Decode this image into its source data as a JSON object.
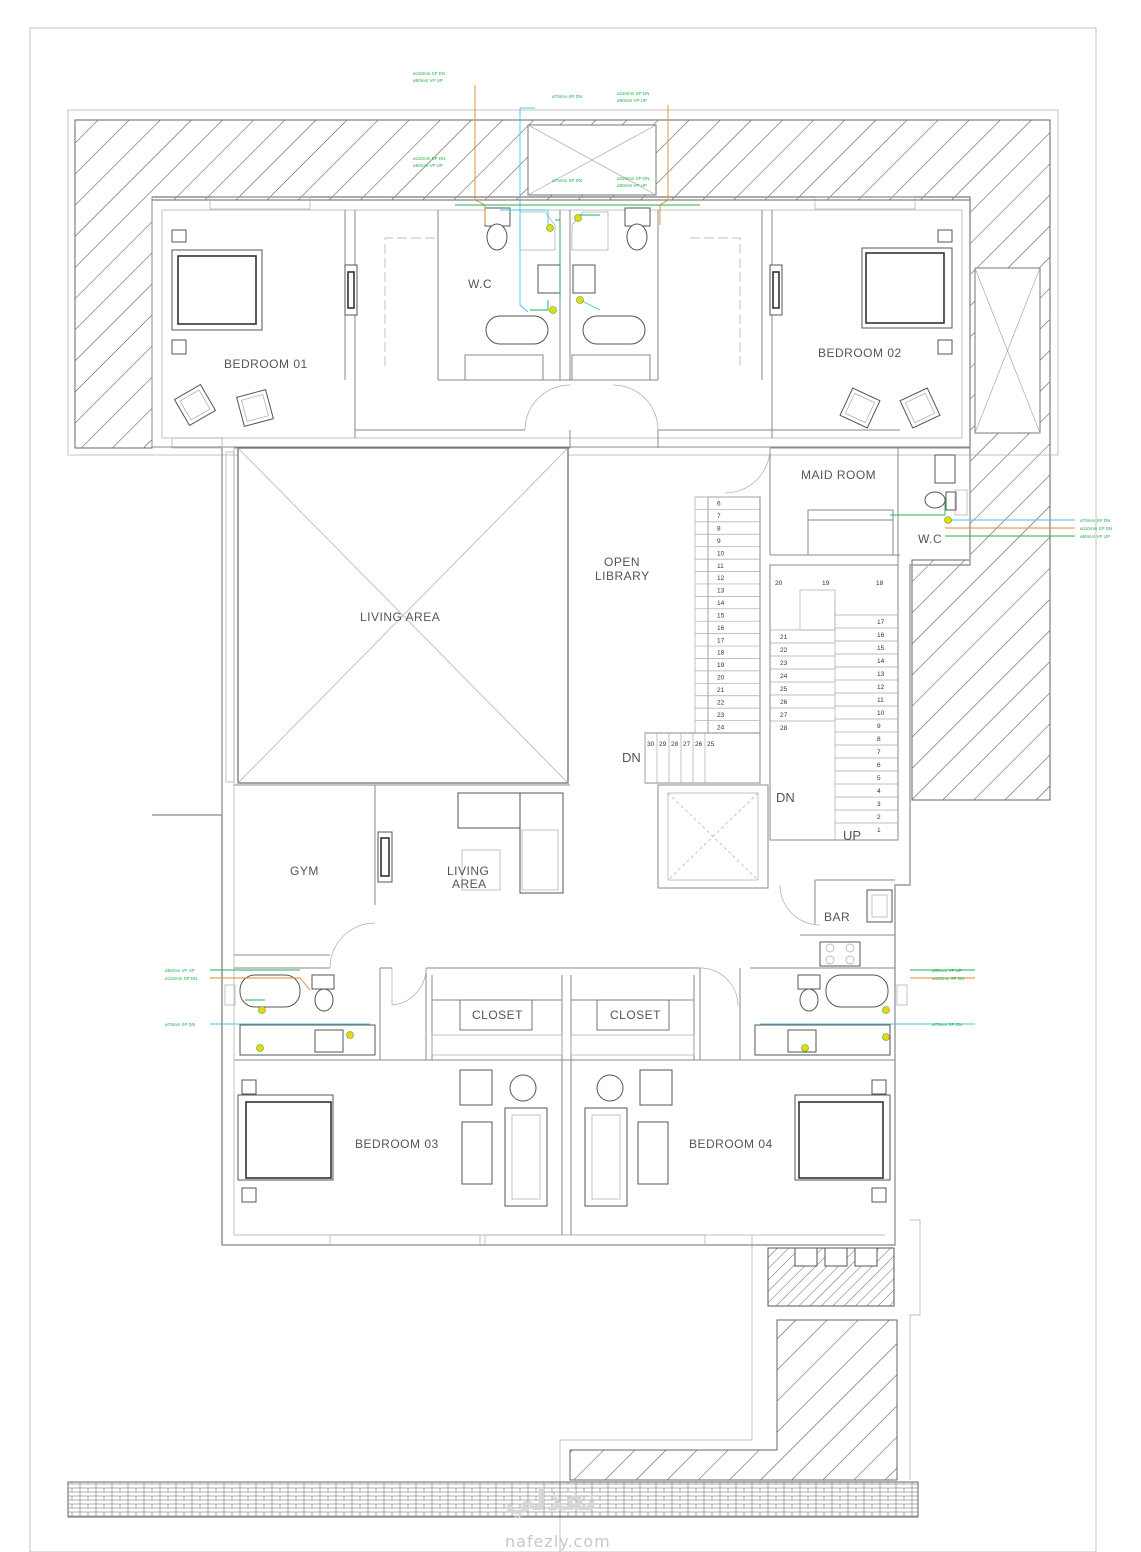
{
  "rooms": {
    "bedroom_01": "BEDROOM  01",
    "bedroom_02": "BEDROOM  02",
    "bedroom_03": "BEDROOM  03",
    "bedroom_04": "BEDROOM  04",
    "wc_top": "W.C",
    "wc_maid": "W.C",
    "maid_room": "MAID ROOM",
    "open_library_1": "OPEN",
    "open_library_2": "LIBRARY",
    "living_area_big": "LIVING AREA",
    "living_area_small_1": "LIVING",
    "living_area_small_2": "AREA",
    "gym": "GYM",
    "bar": "BAR",
    "closet_left": "CLOSET",
    "closet_right": "CLOSET"
  },
  "stairs": {
    "dn_left": "DN",
    "dn_right": "DN",
    "up": "UP",
    "left_flight": [
      "6",
      "7",
      "8",
      "9",
      "10",
      "11",
      "12",
      "13",
      "14",
      "15",
      "16",
      "17",
      "18",
      "19",
      "20",
      "21",
      "22",
      "23",
      "24"
    ],
    "left_landing": [
      "30",
      "29",
      "28",
      "27",
      "26",
      "25"
    ],
    "right_flight_down": [
      "21",
      "22",
      "23",
      "24",
      "25",
      "26",
      "27",
      "28"
    ],
    "right_flight_up": [
      "17",
      "16",
      "15",
      "14",
      "13",
      "12",
      "11",
      "10",
      "9",
      "8",
      "7",
      "6",
      "5",
      "4",
      "3",
      "2",
      "1"
    ],
    "right_top": [
      "20",
      "19",
      "18"
    ]
  },
  "pipes": {
    "top_left_1": "ø110mm SP DN",
    "top_left_2": "ø50mm VP UP",
    "top_center": "ø75mm SP DN",
    "top_right_1": "ø110mm SP DN",
    "top_right_2": "ø50mm VP UP",
    "right_maid_1": "ø75mm SP DN",
    "right_maid_2": "ø110mm SP DN",
    "right_maid_3": "ø50mm VP UP",
    "left_bath_1": "ø50mm VP UP",
    "left_bath_2": "ø110mm SP DN",
    "left_bath_3": "ø75mm SP DN",
    "right_bath_1": "ø50mm VP UP",
    "right_bath_2": "ø110mm SP DN",
    "right_bath_3": "ø75mm SP DN"
  },
  "watermark": {
    "arabic": "نفذلي",
    "site": "nafezly.com"
  }
}
